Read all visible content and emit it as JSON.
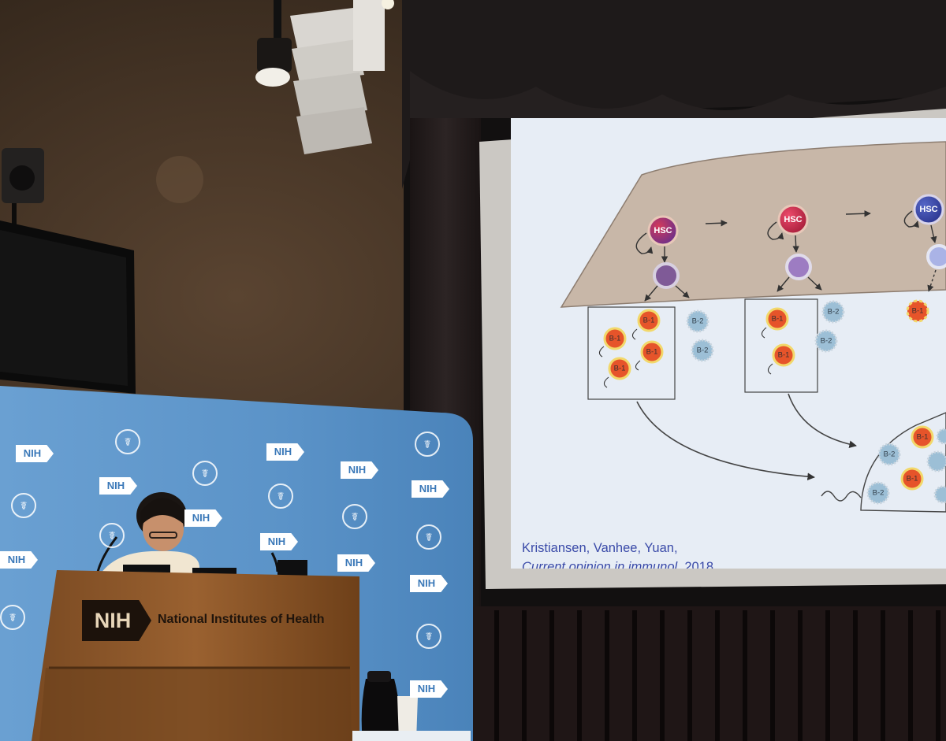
{
  "slide": {
    "hsc_label": "HSC",
    "b1_label": "B-1",
    "b2_label": "B-2",
    "citation_authors": "Kristiansen, Vanhee, Yuan,",
    "citation_journal": "Current opinion in immunol",
    "citation_year": ", 2018"
  },
  "backdrop": {
    "logo_text": "NIH",
    "seal_glyph": "☤"
  },
  "podium": {
    "logo_text": "NIH",
    "name": "National Institutes of Health"
  },
  "colors": {
    "slide_background": "#e7edf5",
    "bone_marrow": "#c8b7a8",
    "hsc_red": "#d12a4c",
    "hsc_blue": "#3a4aa8",
    "b1_orange": "#e6542a",
    "b2_blue": "#9cbfd6",
    "citation_blue": "#3a4aa8",
    "backdrop_blue": "#5e97cc"
  }
}
